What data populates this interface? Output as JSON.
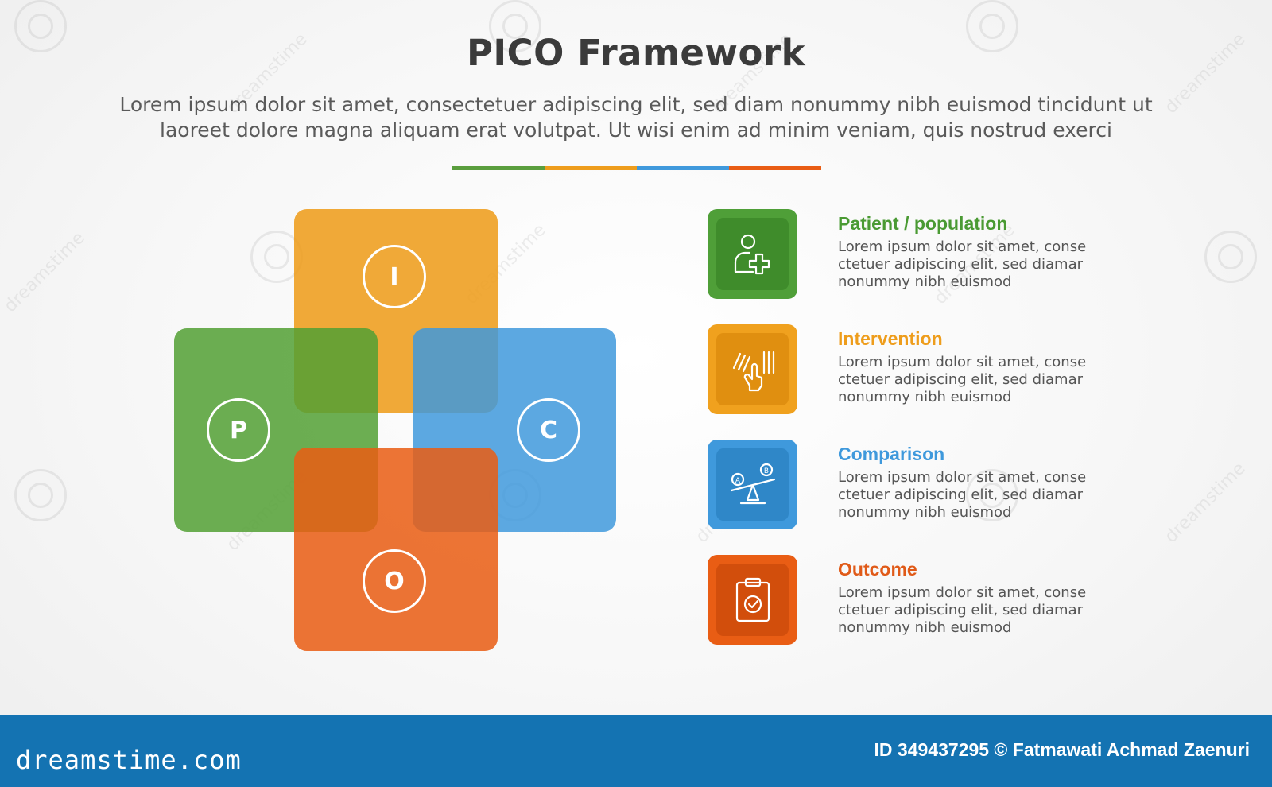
{
  "title": "PICO Framework",
  "subtitle_line1": "Lorem ipsum dolor sit amet, consectetuer adipiscing elit, sed diam nonummy nibh euismod tincidunt ut",
  "subtitle_line2": "laoreet dolore magna aliquam erat volutpat. Ut wisi enim ad minim veniam, quis nostrud exerci",
  "colors": {
    "green": "#5a9e3e",
    "orange": "#ee9d1c",
    "blue": "#3f99dc",
    "red": "#e95d14"
  },
  "diagram": {
    "letters": {
      "p": "P",
      "i": "I",
      "c": "C",
      "o": "O"
    }
  },
  "items": [
    {
      "title": "Patient / population",
      "desc_lines": [
        "Lorem ipsum dolor sit amet, conse",
        "ctetuer adipiscing elit, sed diamar",
        "nonummy nibh euismod"
      ],
      "icon": "patient-plus-icon"
    },
    {
      "title": "Intervention",
      "desc_lines": [
        "Lorem ipsum dolor sit amet, conse",
        "ctetuer adipiscing elit, sed diamar",
        "nonummy nibh euismod"
      ],
      "icon": "hand-intervention-icon"
    },
    {
      "title": "Comparison",
      "desc_lines": [
        "Lorem ipsum dolor sit amet, conse",
        "ctetuer adipiscing elit, sed diamar",
        "nonummy nibh euismod"
      ],
      "icon": "seesaw-comparison-icon"
    },
    {
      "title": "Outcome",
      "desc_lines": [
        "Lorem ipsum dolor sit amet, conse",
        "ctetuer adipiscing elit, sed diamar",
        "nonummy nibh euismod"
      ],
      "icon": "clipboard-check-icon"
    }
  ],
  "footer": {
    "logo": "dreamstime.com",
    "credit": "ID 349437295 © Fatmawati  Achmad Zaenuri"
  },
  "watermark": "dreamstime"
}
